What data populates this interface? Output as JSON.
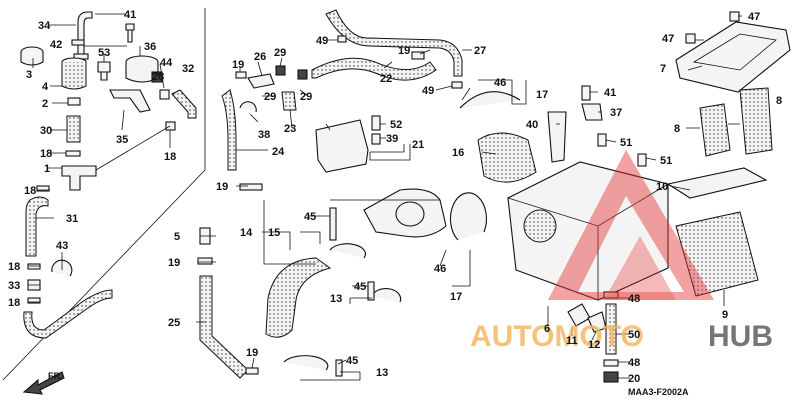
{
  "diagram": {
    "code": "MAA3-F2002A",
    "direction_label": "FR.",
    "watermark": {
      "part_a": "AUTOMOTO",
      "part_b": "HUB"
    },
    "callouts": [
      {
        "id": "c34",
        "text": "34"
      },
      {
        "id": "c41a",
        "text": "41"
      },
      {
        "id": "c42",
        "text": "42"
      },
      {
        "id": "c3",
        "text": "3"
      },
      {
        "id": "c53",
        "text": "53"
      },
      {
        "id": "c36",
        "text": "36"
      },
      {
        "id": "c4",
        "text": "4"
      },
      {
        "id": "c28",
        "text": "28"
      },
      {
        "id": "c44",
        "text": "44"
      },
      {
        "id": "c32",
        "text": "32"
      },
      {
        "id": "c2",
        "text": "2"
      },
      {
        "id": "c35",
        "text": "35"
      },
      {
        "id": "c30",
        "text": "30"
      },
      {
        "id": "c18a",
        "text": "18"
      },
      {
        "id": "c1",
        "text": "1"
      },
      {
        "id": "c18b",
        "text": "18"
      },
      {
        "id": "c18c",
        "text": "18"
      },
      {
        "id": "c31",
        "text": "31"
      },
      {
        "id": "c43",
        "text": "43"
      },
      {
        "id": "c18d",
        "text": "18"
      },
      {
        "id": "c33",
        "text": "33"
      },
      {
        "id": "c18e",
        "text": "18"
      },
      {
        "id": "c49a",
        "text": "49"
      },
      {
        "id": "c22",
        "text": "22"
      },
      {
        "id": "c19a",
        "text": "19"
      },
      {
        "id": "c27",
        "text": "27"
      },
      {
        "id": "c49b",
        "text": "49"
      },
      {
        "id": "c19b",
        "text": "19"
      },
      {
        "id": "c26",
        "text": "26"
      },
      {
        "id": "c29a",
        "text": "29"
      },
      {
        "id": "c29b",
        "text": "29"
      },
      {
        "id": "c29c",
        "text": "29"
      },
      {
        "id": "c38",
        "text": "38"
      },
      {
        "id": "c23",
        "text": "23"
      },
      {
        "id": "c24",
        "text": "24"
      },
      {
        "id": "c52",
        "text": "52"
      },
      {
        "id": "c39",
        "text": "39"
      },
      {
        "id": "c21",
        "text": "21"
      },
      {
        "id": "c19c",
        "text": "19"
      },
      {
        "id": "c46a",
        "text": "46"
      },
      {
        "id": "c17a",
        "text": "17"
      },
      {
        "id": "c41b",
        "text": "41"
      },
      {
        "id": "c37",
        "text": "37"
      },
      {
        "id": "c40",
        "text": "40"
      },
      {
        "id": "c51a",
        "text": "51"
      },
      {
        "id": "c16",
        "text": "16"
      },
      {
        "id": "c51b",
        "text": "51"
      },
      {
        "id": "c47a",
        "text": "47"
      },
      {
        "id": "c47b",
        "text": "47"
      },
      {
        "id": "c7",
        "text": "7"
      },
      {
        "id": "c8a",
        "text": "8"
      },
      {
        "id": "c8b",
        "text": "8"
      },
      {
        "id": "c10",
        "text": "10"
      },
      {
        "id": "c45a",
        "text": "45"
      },
      {
        "id": "c14",
        "text": "14"
      },
      {
        "id": "c15",
        "text": "15"
      },
      {
        "id": "c5",
        "text": "5"
      },
      {
        "id": "c19d",
        "text": "19"
      },
      {
        "id": "c46b",
        "text": "46"
      },
      {
        "id": "c17b",
        "text": "17"
      },
      {
        "id": "c45b",
        "text": "45"
      },
      {
        "id": "c13a",
        "text": "13"
      },
      {
        "id": "c48a",
        "text": "48"
      },
      {
        "id": "c9",
        "text": "9"
      },
      {
        "id": "c25",
        "text": "25"
      },
      {
        "id": "c6",
        "text": "6"
      },
      {
        "id": "c50",
        "text": "50"
      },
      {
        "id": "c11",
        "text": "11"
      },
      {
        "id": "c12",
        "text": "12"
      },
      {
        "id": "c19e",
        "text": "19"
      },
      {
        "id": "c45c",
        "text": "45"
      },
      {
        "id": "c13b",
        "text": "13"
      },
      {
        "id": "c48b",
        "text": "48"
      },
      {
        "id": "c20",
        "text": "20"
      }
    ]
  }
}
